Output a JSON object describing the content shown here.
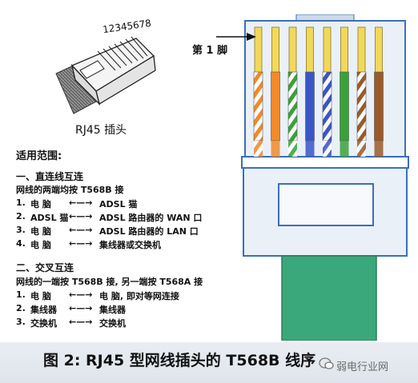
{
  "plug_icon": {
    "pin_numbers": "12345678",
    "caption": "RJ45 插头"
  },
  "pin1_label": "第 1 脚",
  "usage_heading": "适用范围:",
  "straight": {
    "heading": "一、直连线互连",
    "note": "网线的两端均按 T568B 接",
    "rows": [
      {
        "num": "1.",
        "left": "电   脑",
        "right": "ADSL 猫"
      },
      {
        "num": "2.",
        "left": "ADSL 猫",
        "right": "ADSL 路由器的 WAN 口"
      },
      {
        "num": "3.",
        "left": "电   脑",
        "right": "ADSL 路由器的 LAN 口"
      },
      {
        "num": "4.",
        "left": "电   脑",
        "right": "集线器或交换机"
      }
    ]
  },
  "cross": {
    "heading": "二、交叉互连",
    "note": "网线的一端按 T568B 接, 另一端按 T568A 接",
    "rows": [
      {
        "num": "1.",
        "left": "电   脑",
        "right": "电   脑, 即对等网连接"
      },
      {
        "num": "2.",
        "left": "集线器",
        "right": "集线器"
      },
      {
        "num": "3.",
        "left": "交换机",
        "right": "交换机"
      }
    ]
  },
  "figure_title": "图 2: RJ45 型网线插头的 T568B 线序",
  "watermark": "弱电行业网",
  "colors": {
    "connector_blue": "#3b6fb8",
    "connector_light": "#eaf0f8",
    "pin_gold": "#f2d85a",
    "cable_green": "#3aa87a",
    "wire_orange": "#f08a2a",
    "wire_green": "#3aa13a",
    "wire_blue": "#3a55c8",
    "wire_brown": "#9a5a2a"
  },
  "wires": [
    {
      "pin": 1,
      "color": "orange",
      "striped": true
    },
    {
      "pin": 2,
      "color": "orange",
      "striped": false
    },
    {
      "pin": 3,
      "color": "green",
      "striped": true
    },
    {
      "pin": 4,
      "color": "blue",
      "striped": false
    },
    {
      "pin": 5,
      "color": "blue",
      "striped": true
    },
    {
      "pin": 6,
      "color": "green",
      "striped": false
    },
    {
      "pin": 7,
      "color": "brown",
      "striped": true
    },
    {
      "pin": 8,
      "color": "brown",
      "striped": false
    }
  ]
}
